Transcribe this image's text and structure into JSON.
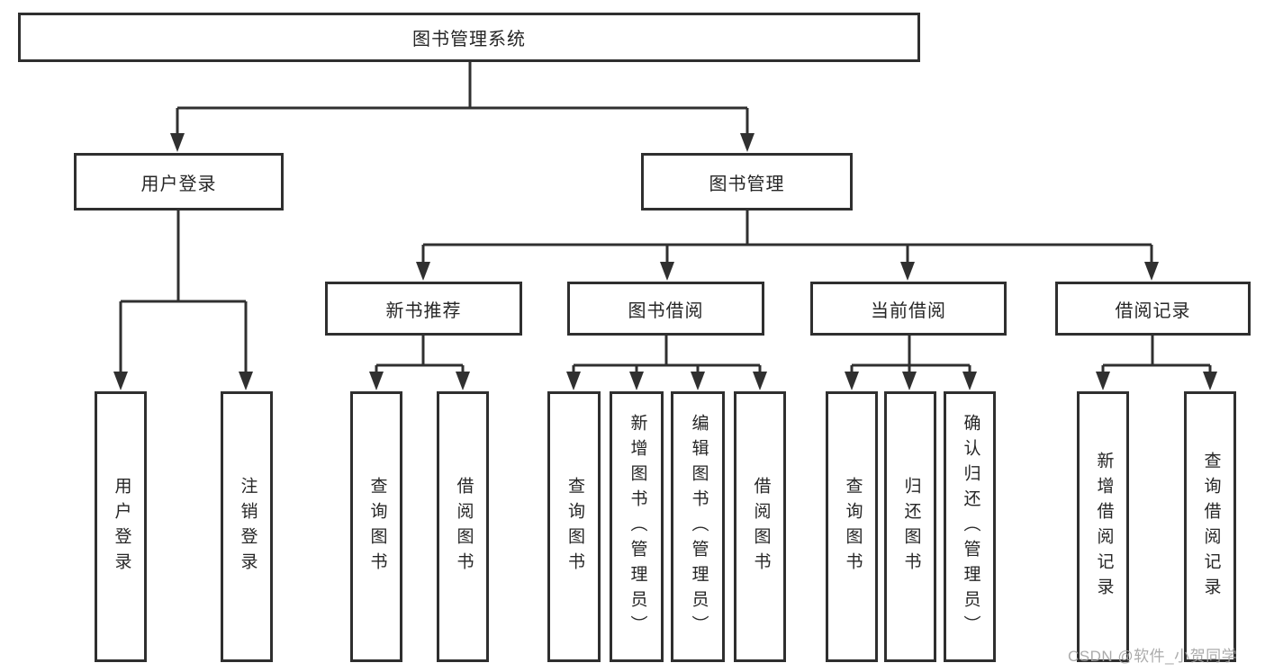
{
  "title": {
    "label": "图书管理系统"
  },
  "level2": {
    "user_login": {
      "label": "用户登录"
    },
    "book_mgmt": {
      "label": "图书管理"
    }
  },
  "level3": {
    "new_books": {
      "label": "新书推荐"
    },
    "borrow": {
      "label": "图书借阅"
    },
    "current": {
      "label": "当前借阅"
    },
    "records": {
      "label": "借阅记录"
    }
  },
  "leaves": {
    "user_login": {
      "label": "用户登录"
    },
    "logout": {
      "label": "注销登录"
    },
    "nb_query": {
      "label": "查询图书"
    },
    "nb_borrow": {
      "label": "借阅图书"
    },
    "bw_query": {
      "label": "查询图书"
    },
    "bw_add": {
      "label": "新增图书（管理员）"
    },
    "bw_edit": {
      "label": "编辑图书（管理员）"
    },
    "bw_borrow": {
      "label": "借阅图书"
    },
    "cur_query": {
      "label": "查询图书"
    },
    "cur_return": {
      "label": "归还图书"
    },
    "cur_confirm": {
      "label": "确认归还（管理员）"
    },
    "rec_add": {
      "label": "新增借阅记录"
    },
    "rec_query": {
      "label": "查询借阅记录"
    }
  },
  "watermark": {
    "text": "CSDN @软件_小贺同学"
  },
  "colors": {
    "line": "#303030",
    "border": "#2f2f2f",
    "text": "#262626",
    "watermark": "#a3a3a3",
    "background": "#ffffff"
  }
}
